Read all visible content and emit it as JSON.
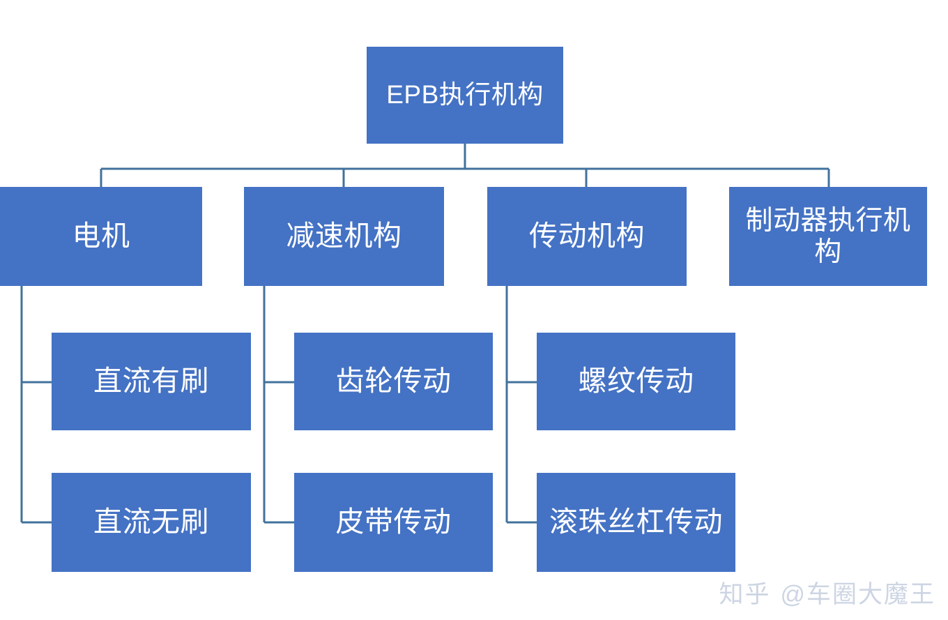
{
  "diagram": {
    "title": "EPB执行机构",
    "accent_color": "#4472C4",
    "connector_color": "#41719C",
    "text_color": "#FFFFFF",
    "background_color": "#FFFFFF",
    "root": {
      "label": "EPB执行机构"
    },
    "level2": [
      {
        "label": "电机"
      },
      {
        "label": "减速机构"
      },
      {
        "label": "传动机构"
      },
      {
        "label": "制动器执行机构"
      }
    ],
    "level3": {
      "motor": [
        {
          "label": "直流有刷"
        },
        {
          "label": "直流无刷"
        }
      ],
      "reducer": [
        {
          "label": "齿轮传动"
        },
        {
          "label": "皮带传动"
        }
      ],
      "transmission": [
        {
          "label": "螺纹传动"
        },
        {
          "label": "滚珠丝杠传动"
        }
      ],
      "brake": []
    }
  },
  "watermark": {
    "logo": "知乎",
    "handle": "@车圈大魔王"
  }
}
